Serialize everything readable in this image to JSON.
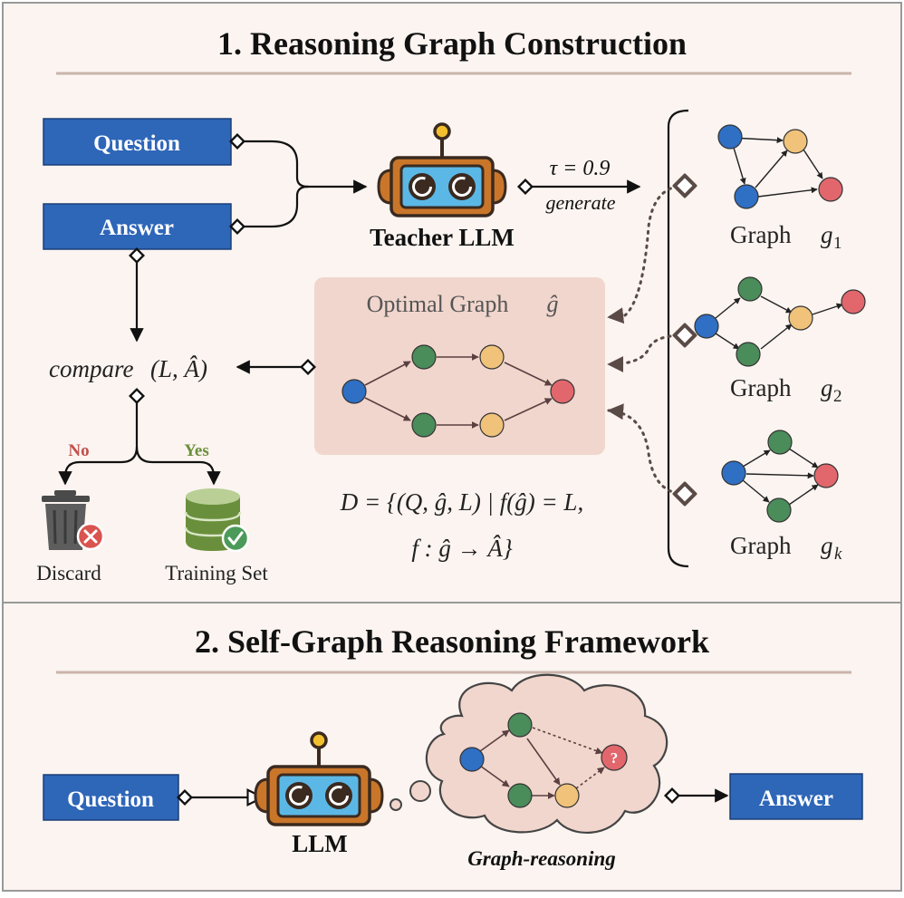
{
  "section1": {
    "title": "1. Reasoning Graph Construction",
    "question_label": "Question",
    "answer_label": "Answer",
    "teacher_label": "Teacher LLM",
    "tau_label": "τ = 0.9",
    "generate_label": "generate",
    "optimal_label": "Optimal Graph",
    "optimal_symbol": "ĝ",
    "compare_func": "compare",
    "compare_args": "(L, Â)",
    "no_label": "No",
    "yes_label": "Yes",
    "discard_label": "Discard",
    "training_label": "Training Set",
    "formula_line1": "D = {(Q, ĝ, L) | f(ĝ) = L,",
    "formula_line2": "f : ĝ → Â}",
    "graphs": [
      {
        "label": "Graph",
        "symbol": "g",
        "subscript": "1"
      },
      {
        "label": "Graph",
        "symbol": "g",
        "subscript": "2"
      },
      {
        "label": "Graph",
        "symbol": "g",
        "subscript": "k"
      }
    ]
  },
  "section2": {
    "title": "2. Self-Graph Reasoning Framework",
    "question_label": "Question",
    "llm_label": "LLM",
    "answer_label": "Answer",
    "cloud_label": "Graph-reasoning",
    "unknown_node": "?"
  },
  "colors": {
    "panel_bg": "#fbf4f0",
    "box_blue": "#2e66b8",
    "node_blue": "#2f6fc4",
    "node_green": "#4a8c5a",
    "node_yellow": "#f0c27a",
    "node_red": "#e1676d",
    "highlight_bg": "#f1d6cd",
    "robot_orange": "#c9762a",
    "robot_screen": "#5bb8e6",
    "no_red": "#c0504d",
    "yes_green": "#6a8f3c"
  }
}
